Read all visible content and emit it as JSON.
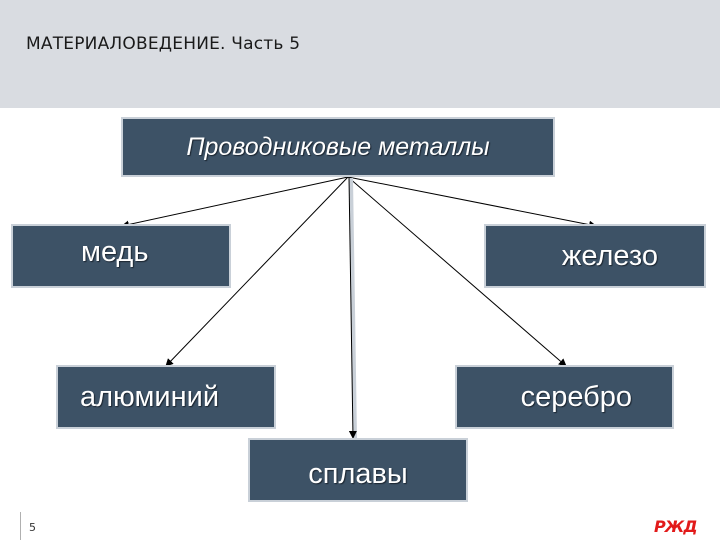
{
  "header": {
    "title": "МАТЕРИАЛОВЕДЕНИЕ. Часть 5"
  },
  "diagram": {
    "root": "Проводниковые металлы",
    "children": {
      "copper": "медь",
      "iron": "железо",
      "aluminium": "алюминий",
      "silver": "серебро",
      "alloys": "сплавы"
    }
  },
  "footer": {
    "page_number": "5",
    "logo": "РЖД"
  },
  "colors": {
    "box_fill": "#3d5266",
    "header_band": "#d9dce1",
    "logo": "#e21a1a"
  }
}
